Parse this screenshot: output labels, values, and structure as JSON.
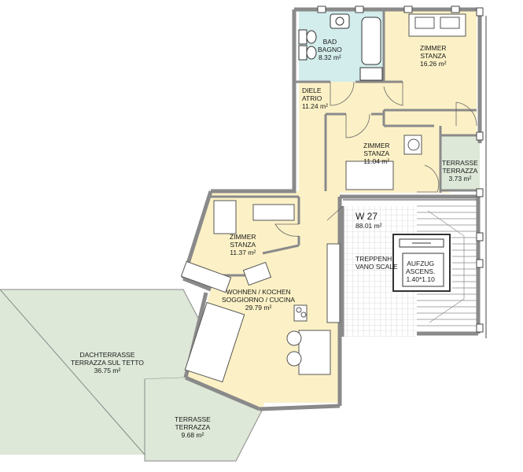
{
  "unit": {
    "name": "W 27",
    "area": "88.01 m²"
  },
  "rooms": {
    "bad": {
      "line1": "BAD",
      "line2": "BAGNO",
      "area": "8.32 m²"
    },
    "zimmer_ne": {
      "line1": "ZIMMER",
      "line2": "STANZA",
      "area": "16.26 m²"
    },
    "diele": {
      "line1": "DIELE",
      "line2": "ATRIO",
      "area": "11.24 m²"
    },
    "zimmer_mid": {
      "line1": "ZIMMER",
      "line2": "STANZA",
      "area": "11.04 m²"
    },
    "terrasse_e": {
      "line1": "TERRASSE",
      "line2": "TERRAZZA",
      "area": "3.73 m²"
    },
    "zimmer_w": {
      "line1": "ZIMMER",
      "line2": "STANZA",
      "area": "11.37 m²"
    },
    "wohnen": {
      "line1": "WOHNEN / KOCHEN",
      "line2": "SOGGIORNO / CUCINA",
      "area": "29.79 m²"
    },
    "treppe": {
      "line1": "TREPPENH.",
      "line2": "VANO SCALE"
    },
    "aufzug": {
      "line1": "AUFZUG",
      "line2": "ASCENS.",
      "area": "1.40*1.10"
    },
    "dachterrasse": {
      "line1": "DACHTERRASSE",
      "line2": "TERRAZZA SUL TETTO",
      "area": "36.75 m²"
    },
    "terrasse_s": {
      "line1": "TERRASSE",
      "line2": "TERRAZZA",
      "area": "9.68 m²"
    }
  },
  "colors": {
    "living": "#fcf1c6",
    "bath": "#d3ecec",
    "terrace": "#dde8d8",
    "wall": "#8a8a8a",
    "stair_grid": "#b5b5b5"
  }
}
